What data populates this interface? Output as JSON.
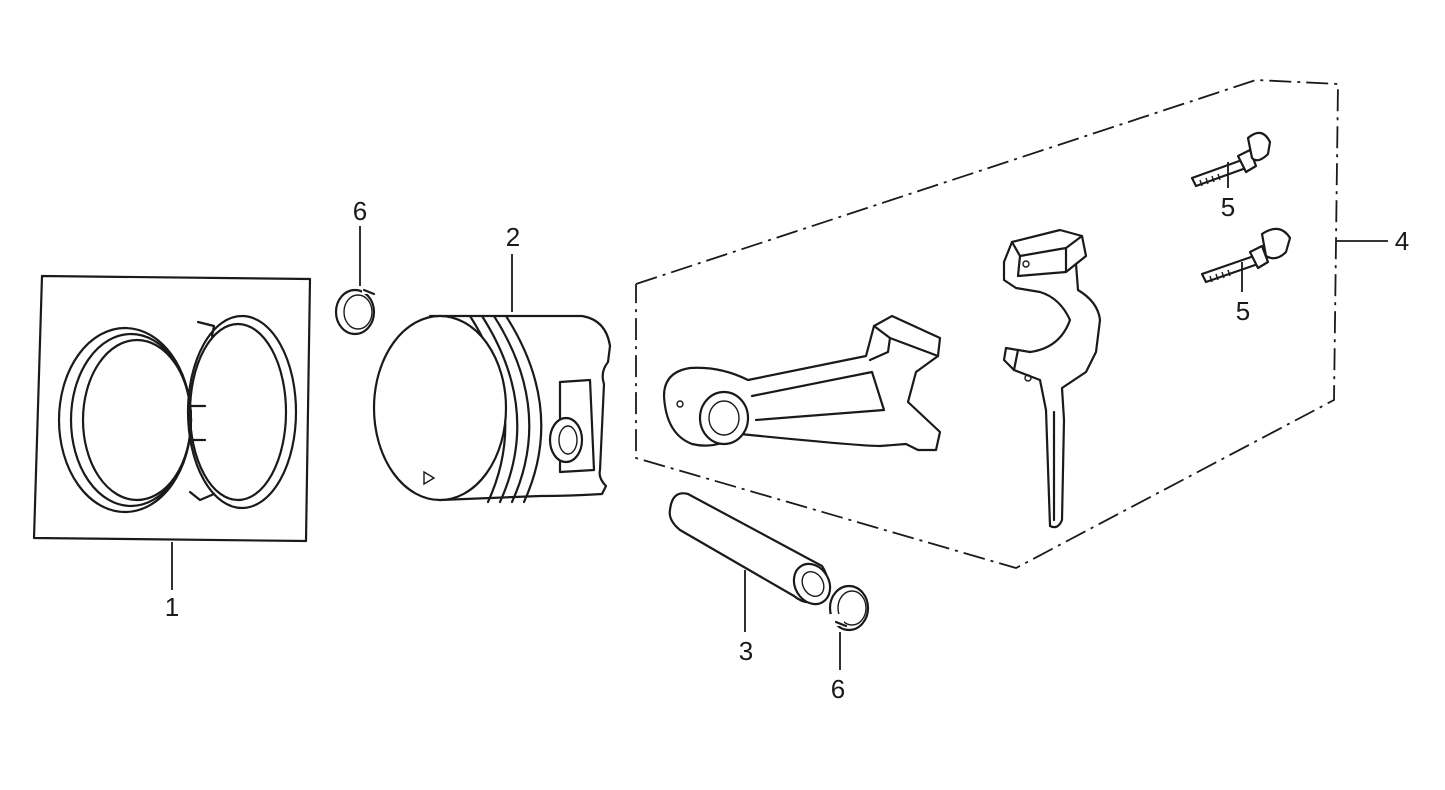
{
  "callouts": {
    "piston_ring_set": "1",
    "piston": "2",
    "piston_pin": "3",
    "connecting_rod_assembly": "4",
    "rod_bolt_upper": "5",
    "rod_bolt_lower": "5",
    "pin_clip_upper": "6",
    "pin_clip_lower": "6"
  }
}
